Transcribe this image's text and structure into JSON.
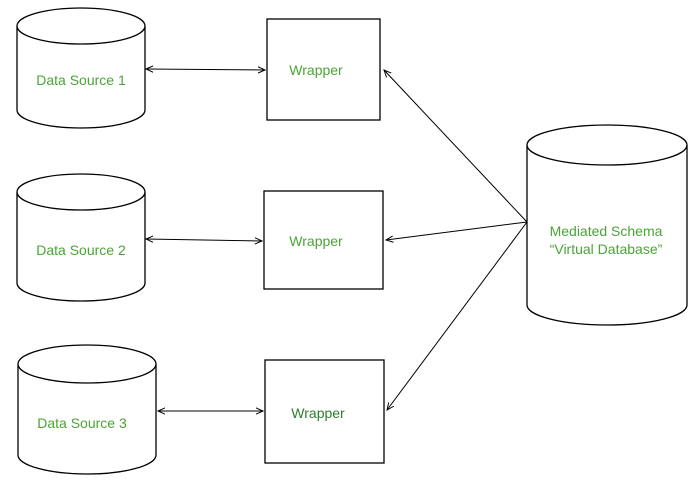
{
  "colors": {
    "label_text": "#4aa436",
    "label_text_dark": "#2f7d2f",
    "stroke": "#000000",
    "background": "#ffffff"
  },
  "data_sources": [
    {
      "label": "Data Source 1"
    },
    {
      "label": "Data Source 2"
    },
    {
      "label": "Data Source 3"
    }
  ],
  "wrappers": [
    {
      "label": "Wrapper"
    },
    {
      "label": "Wrapper"
    },
    {
      "label": "Wrapper"
    }
  ],
  "mediated_schema": {
    "line1": "Mediated Schema",
    "line2": "“Virtual Database”"
  }
}
